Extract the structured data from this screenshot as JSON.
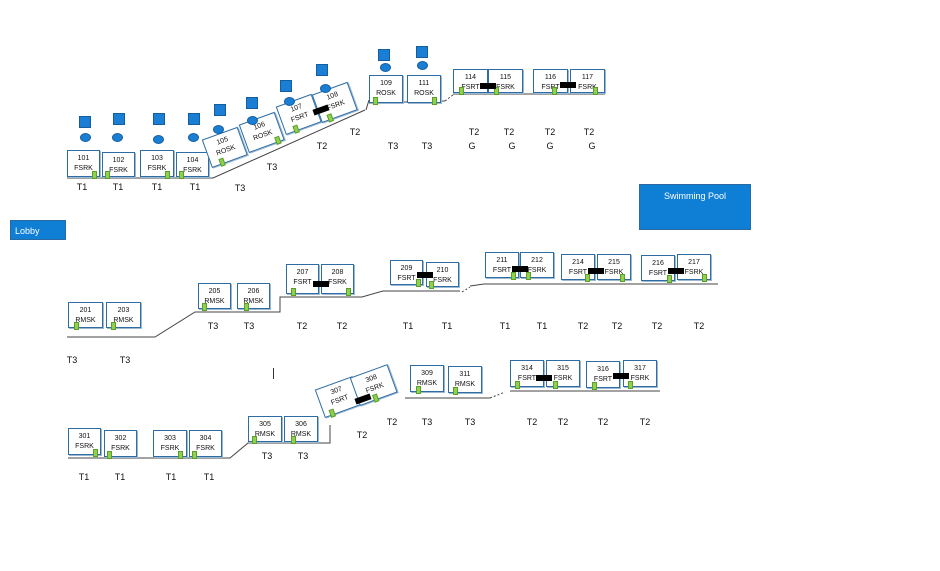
{
  "areas": {
    "pool": "Swimming Pool",
    "lobby": "Lobby"
  },
  "colors": {
    "accent": "#0f7fd6",
    "room_border": "#2e6da4",
    "door": "#8fd14f"
  },
  "rooms": [
    {
      "number": "101",
      "type": "FSRK"
    },
    {
      "number": "102",
      "type": "FSRK"
    },
    {
      "number": "103",
      "type": "FSRK"
    },
    {
      "number": "104",
      "type": "FSRK"
    },
    {
      "number": "105",
      "type": "ROSK"
    },
    {
      "number": "106",
      "type": "ROSK"
    },
    {
      "number": "107",
      "type": "FSRT"
    },
    {
      "number": "108",
      "type": "FSRK"
    },
    {
      "number": "109",
      "type": "ROSK"
    },
    {
      "number": "111",
      "type": "ROSK"
    },
    {
      "number": "114",
      "type": "FSRT"
    },
    {
      "number": "115",
      "type": "FSRK"
    },
    {
      "number": "116",
      "type": "FSRT"
    },
    {
      "number": "117",
      "type": "FSRK"
    },
    {
      "number": "201",
      "type": "RMSK"
    },
    {
      "number": "203",
      "type": "RMSK"
    },
    {
      "number": "205",
      "type": "RMSK"
    },
    {
      "number": "206",
      "type": "RMSK"
    },
    {
      "number": "207",
      "type": "FSRT"
    },
    {
      "number": "208",
      "type": "FSRK"
    },
    {
      "number": "209",
      "type": "FSRT"
    },
    {
      "number": "210",
      "type": "FSRK"
    },
    {
      "number": "211",
      "type": "FSRT"
    },
    {
      "number": "212",
      "type": "FSRK"
    },
    {
      "number": "214",
      "type": "FSRT"
    },
    {
      "number": "215",
      "type": "FSRK"
    },
    {
      "number": "216",
      "type": "FSRT"
    },
    {
      "number": "217",
      "type": "FSRK"
    },
    {
      "number": "301",
      "type": "FSRK"
    },
    {
      "number": "302",
      "type": "FSRK"
    },
    {
      "number": "303",
      "type": "FSRK"
    },
    {
      "number": "304",
      "type": "FSRK"
    },
    {
      "number": "305",
      "type": "RMSK"
    },
    {
      "number": "306",
      "type": "RMSK"
    },
    {
      "number": "307",
      "type": "FSRT"
    },
    {
      "number": "308",
      "type": "FSRK"
    },
    {
      "number": "309",
      "type": "RMSK"
    },
    {
      "number": "311",
      "type": "RMSK"
    },
    {
      "number": "314",
      "type": "FSRT"
    },
    {
      "number": "315",
      "type": "FSRK"
    },
    {
      "number": "316",
      "type": "FSRT"
    },
    {
      "number": "317",
      "type": "FSRK"
    }
  ],
  "labels": [
    "T1",
    "T1",
    "T1",
    "T1",
    "T3",
    "T3",
    "T2",
    "T2",
    "T3",
    "T3",
    "T2",
    "T2",
    "T2",
    "T2",
    "G",
    "G",
    "G",
    "G",
    "T3",
    "T3",
    "T2",
    "T2",
    "T1",
    "T1",
    "T1",
    "T1",
    "T2",
    "T2",
    "T2",
    "T2",
    "T3",
    "T3",
    "T1",
    "T1",
    "T1",
    "T1",
    "T3",
    "T3",
    "T2",
    "T2",
    "T3",
    "T3",
    "T2",
    "T2",
    "T2",
    "T2"
  ]
}
